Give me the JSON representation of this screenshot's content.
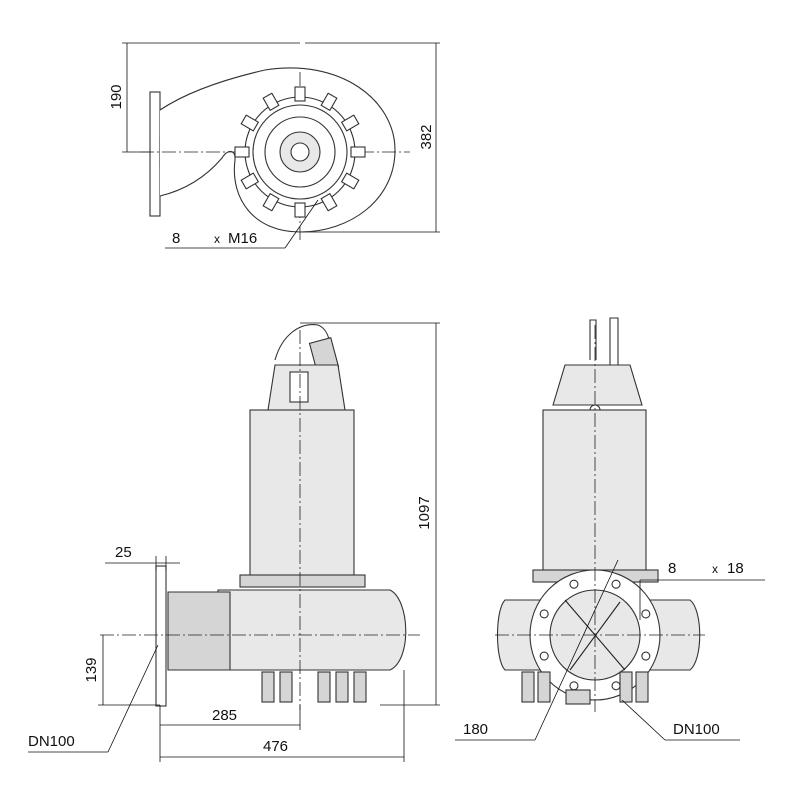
{
  "top_view": {
    "dim_height": "190",
    "dim_total": "382",
    "bolt_count": "8",
    "bolt_times": "x",
    "bolt_thread": "M16"
  },
  "side_view": {
    "dim_flange": "25",
    "dim_total_height": "1097",
    "dim_outlet_height": "139",
    "dim_axis": "285",
    "dim_length": "476",
    "outlet_label": "DN100"
  },
  "front_view": {
    "hole_count": "8",
    "hole_times": "x",
    "hole_size": "18",
    "pcd": "180",
    "outlet_label": "DN100"
  }
}
